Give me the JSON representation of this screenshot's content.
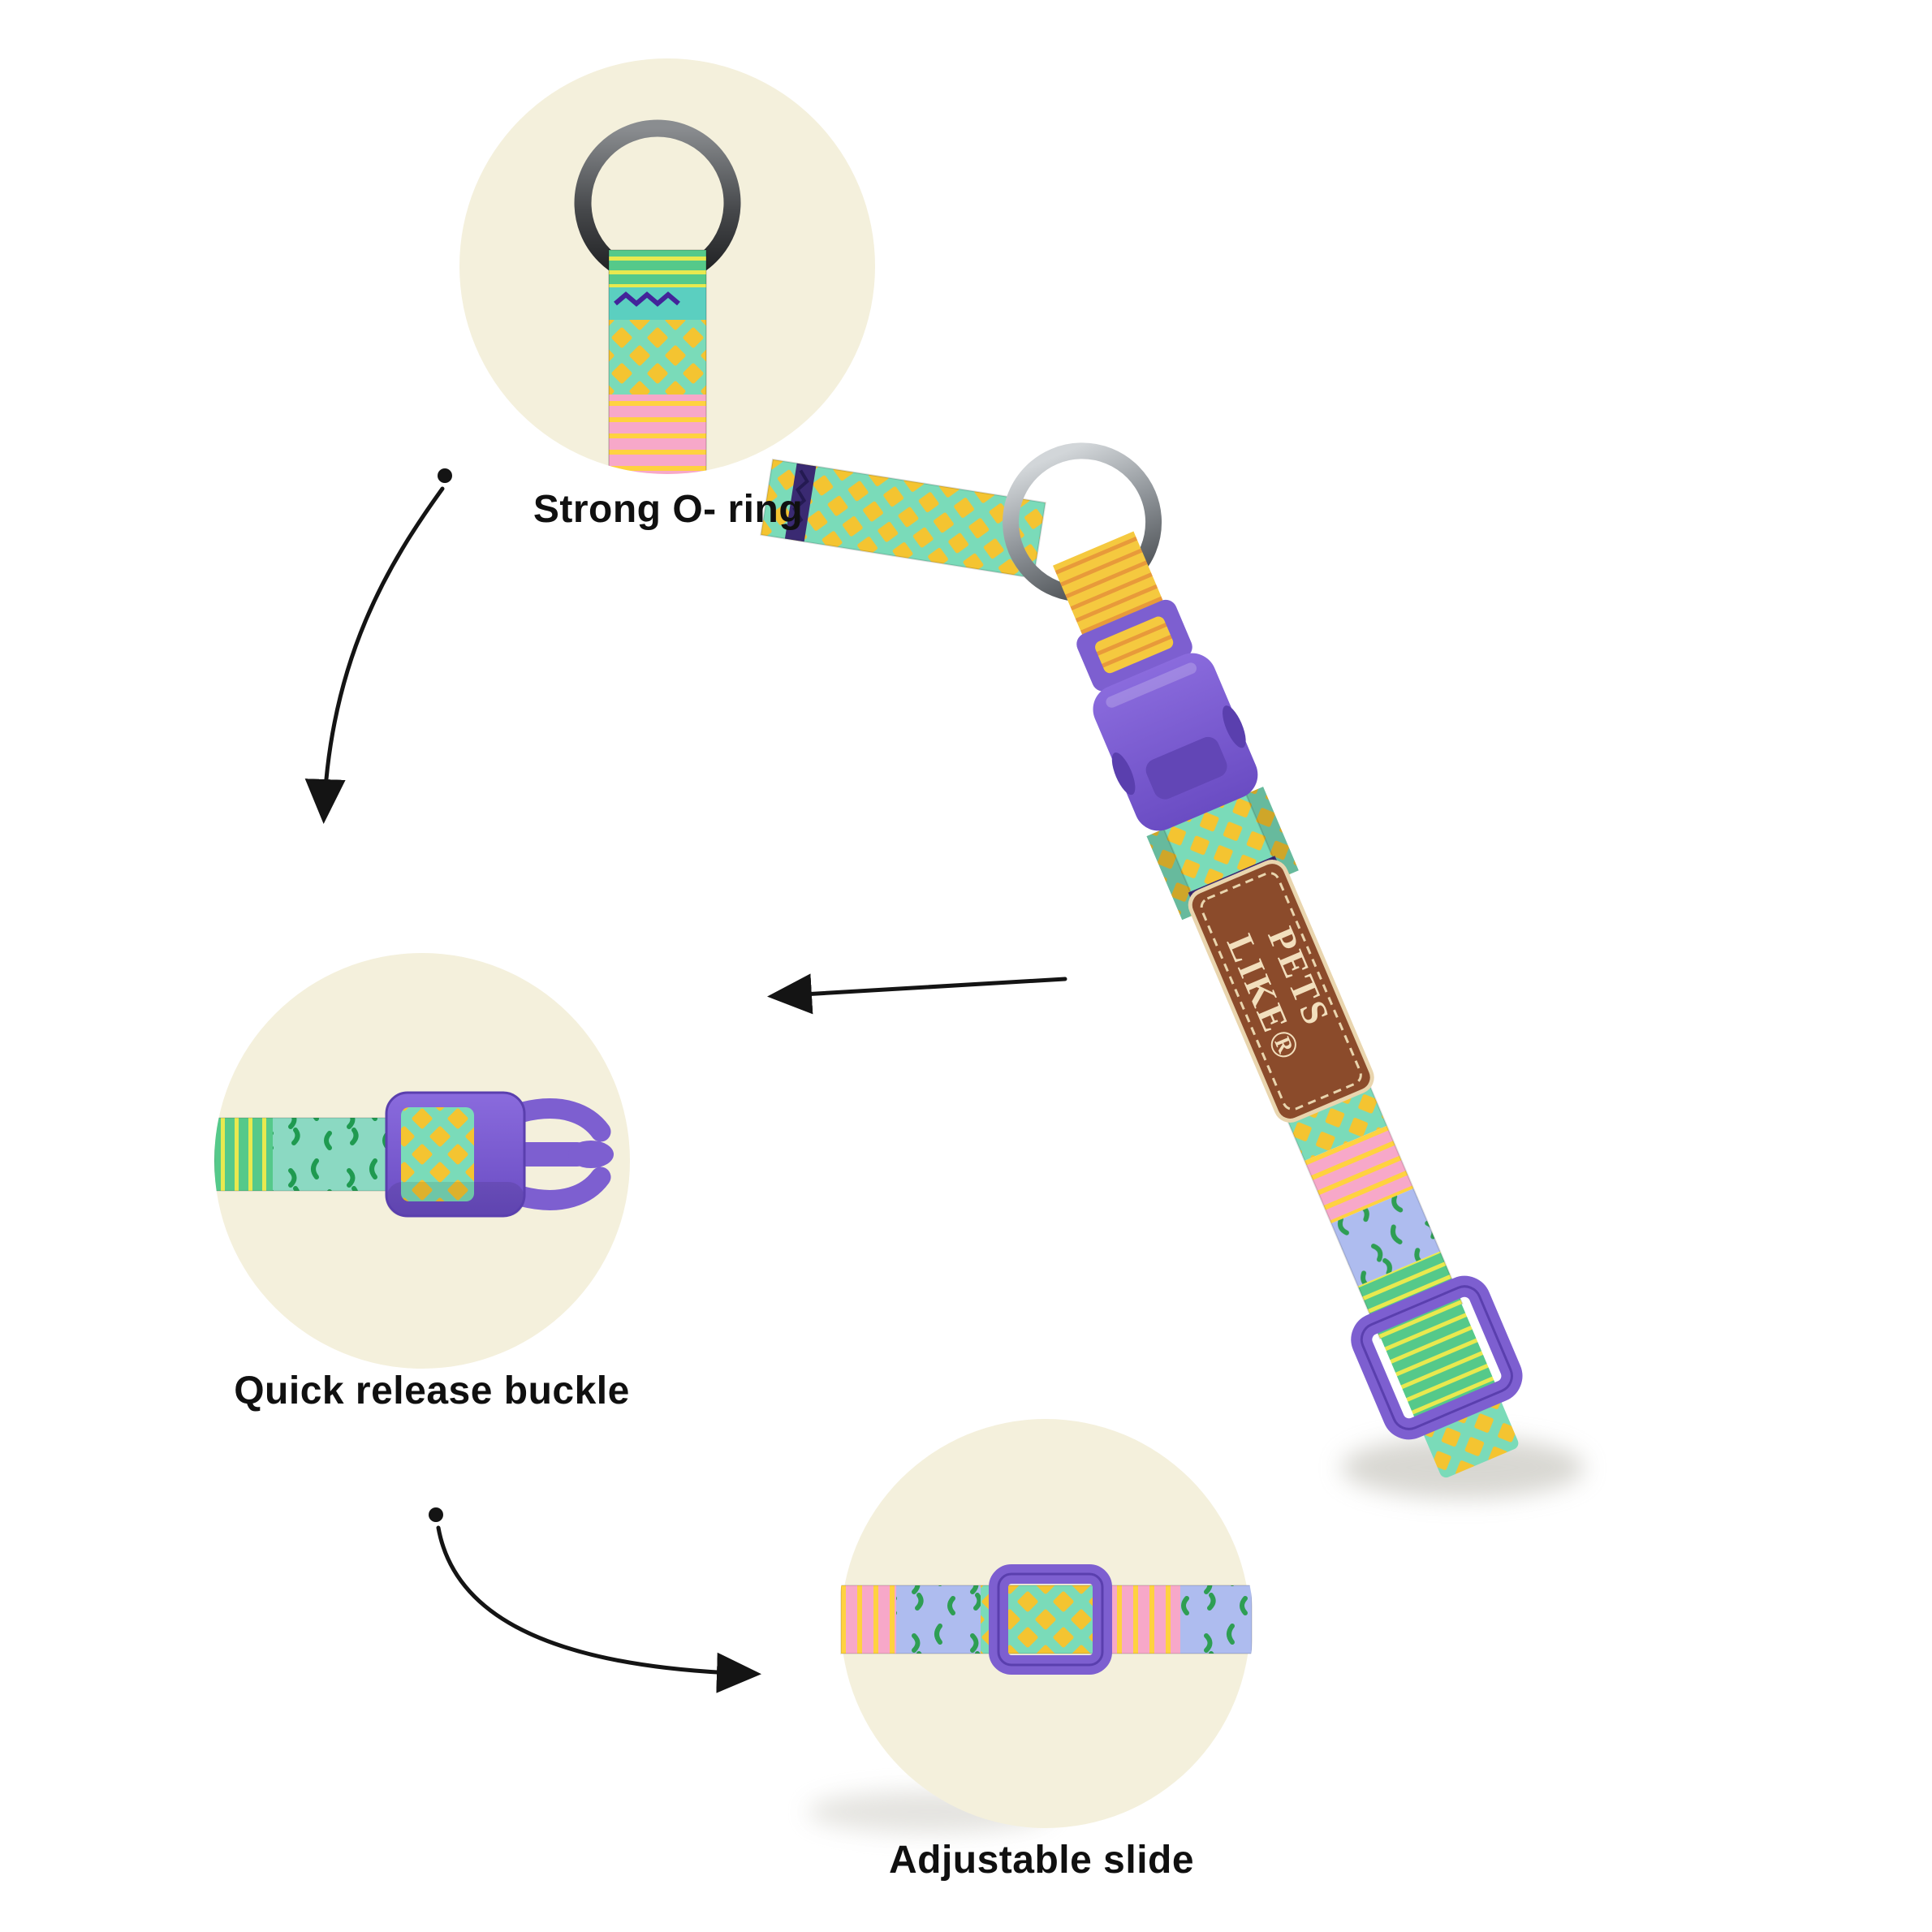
{
  "page": {
    "background": "#ffffff"
  },
  "callouts": [
    {
      "id": "o-ring",
      "label": "Strong O- ring"
    },
    {
      "id": "quick-release",
      "label": "Quick release buckle"
    },
    {
      "id": "adjustable-slide",
      "label": "Adjustable slide"
    }
  ],
  "product": {
    "brand_line1": "PETS",
    "brand_line2": "LIKE®"
  },
  "colors": {
    "inset_background": "#f4f0dc",
    "buckle_purple": "#7d5fd0",
    "brand_label_brown": "#8b4b2b",
    "brand_label_cream": "#f2dfbd",
    "pattern_mint": "#7adbb9",
    "pattern_yellow": "#f4c431",
    "pattern_pink": "#f7a8c9",
    "pattern_green": "#55c98a",
    "pattern_periwinkle": "#aebcef",
    "stitch_purple": "#3a2a72",
    "arrow_black": "#141414",
    "metal_ring_silver": "#8e9398",
    "metal_ring_dark": "#3a3d40"
  }
}
